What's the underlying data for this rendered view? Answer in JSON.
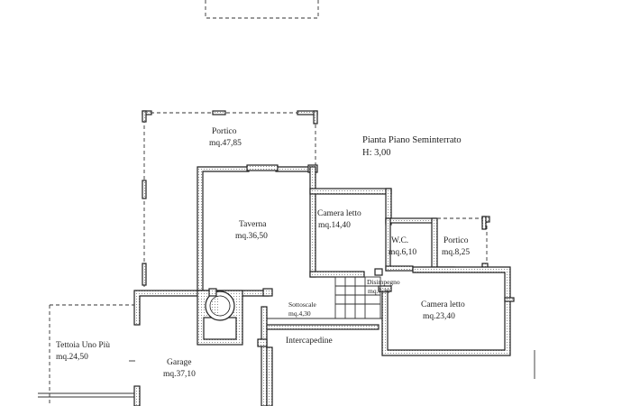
{
  "title": {
    "line1": "Pianta Piano Seminterrato",
    "line2": "H: 3,00"
  },
  "rooms": [
    {
      "id": "portico-main",
      "name": "Portico",
      "area": "mq.47,85"
    },
    {
      "id": "taverna",
      "name": "Taverna",
      "area": "mq.36,50"
    },
    {
      "id": "camera-letto-1",
      "name": "Camera letto",
      "area": "mq.14,40"
    },
    {
      "id": "wc",
      "name": "W.C.",
      "area": "mq.6,10"
    },
    {
      "id": "portico-small",
      "name": "Portico",
      "area": "mq.8,25"
    },
    {
      "id": "disimpegno",
      "name": "Disimpegno",
      "area": "mq.7,30"
    },
    {
      "id": "camera-letto-2",
      "name": "Camera letto",
      "area": "mq.23,40"
    },
    {
      "id": "sottoscale",
      "name": "Sottoscale",
      "area": "mq.4,30"
    },
    {
      "id": "intercapedine",
      "name": "Intercapedine",
      "area": ""
    },
    {
      "id": "tettoia",
      "name": "Tettoia Uno Più",
      "area": "mq.24,50"
    },
    {
      "id": "garage",
      "name": "Garage",
      "area": "mq.37,10"
    }
  ]
}
